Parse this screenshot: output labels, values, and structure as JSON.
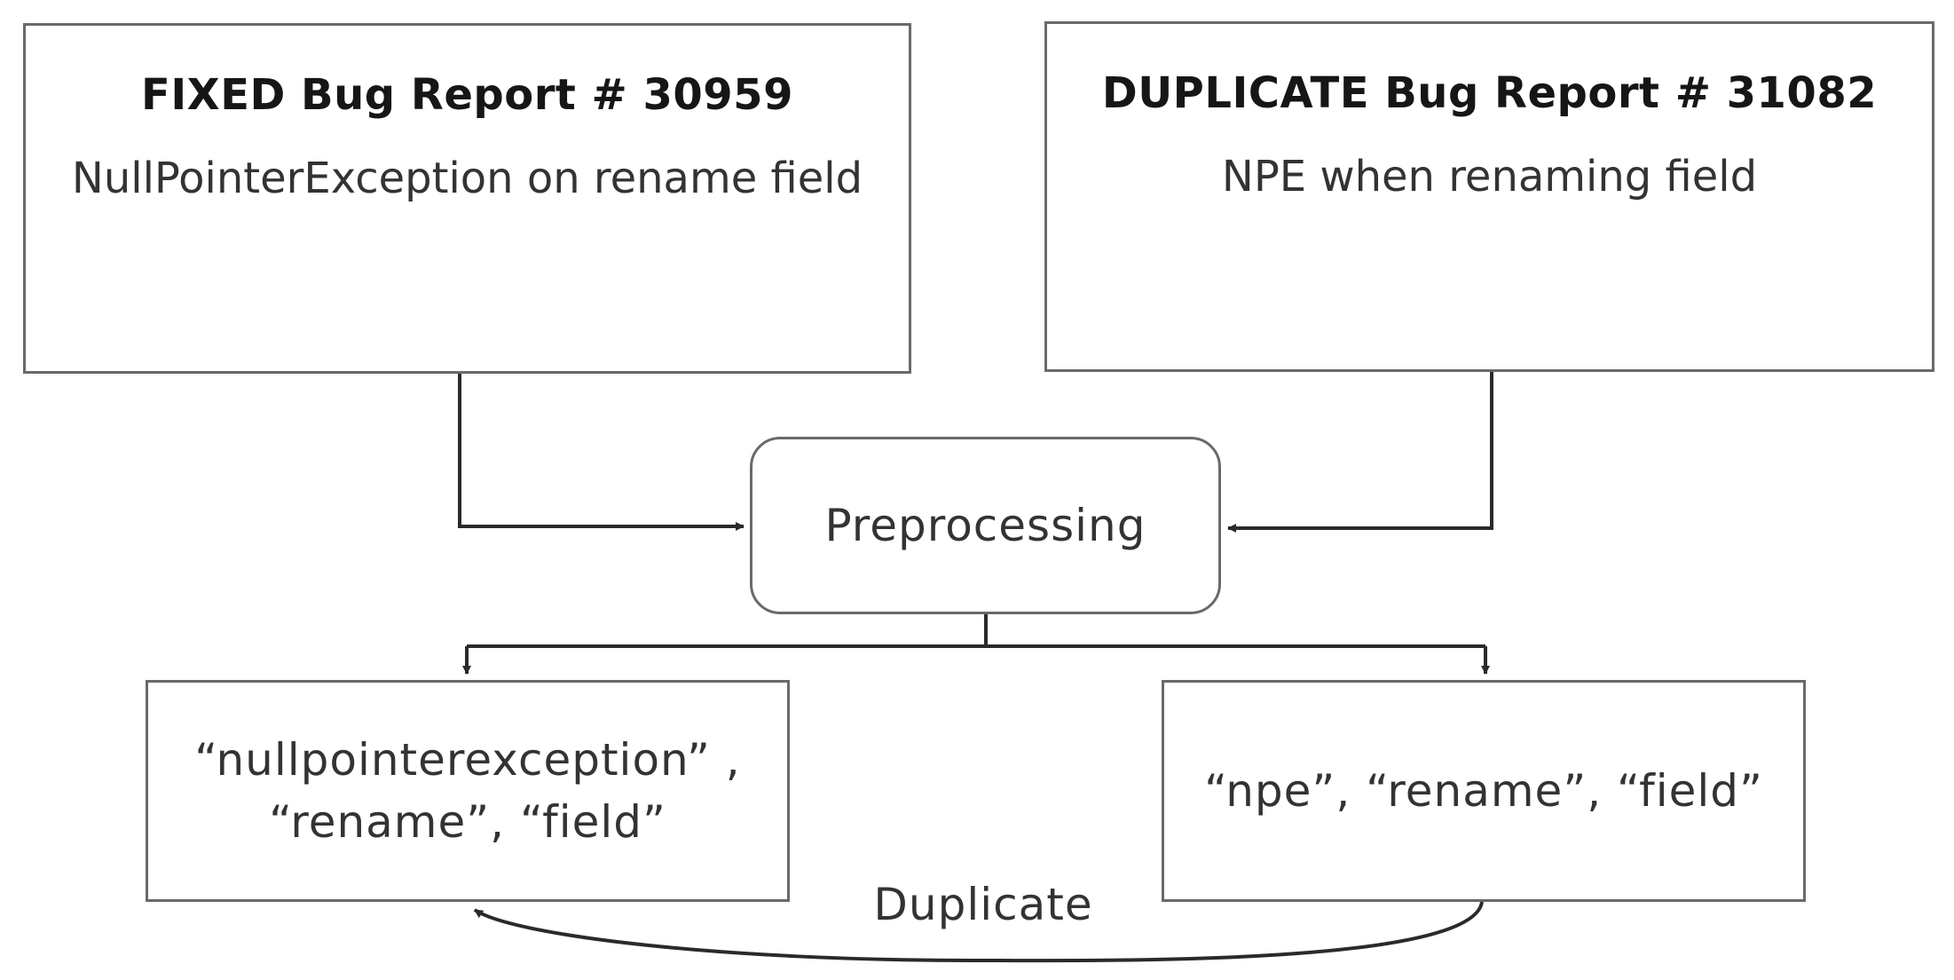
{
  "fixed_report": {
    "title": "FIXED Bug Report # 30959",
    "summary": "NullPointerException on rename field"
  },
  "duplicate_report": {
    "title": "DUPLICATE Bug Report # 31082",
    "summary": "NPE when renaming field"
  },
  "preprocessing": {
    "label": "Preprocessing"
  },
  "fixed_tokens": {
    "text": "“nullpointerexception” , “rename”, “field”"
  },
  "duplicate_tokens": {
    "text": "“npe”, “rename”, “field”"
  },
  "relation": {
    "label": "Duplicate"
  }
}
